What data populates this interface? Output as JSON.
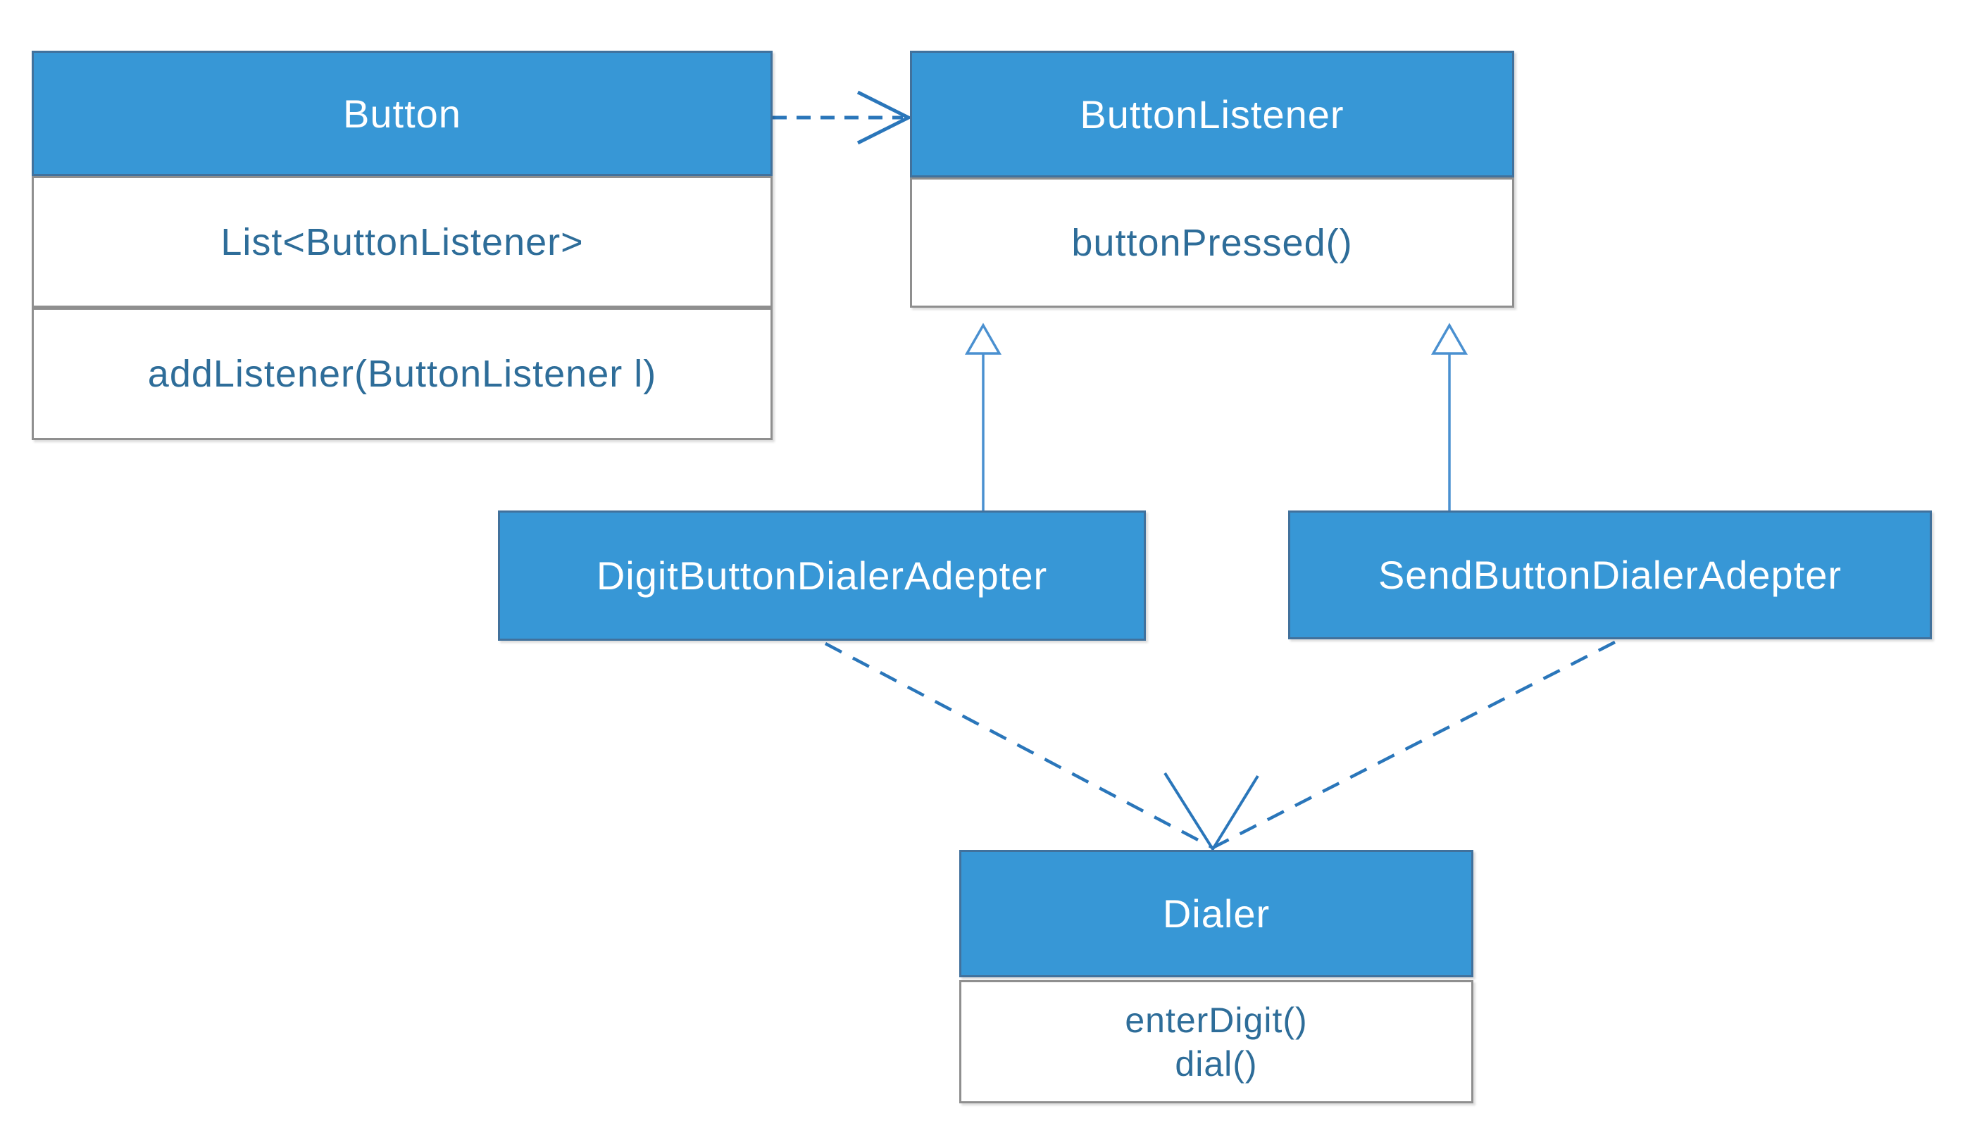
{
  "diagram": {
    "classes": {
      "button": {
        "name": "Button",
        "attribute": "List<ButtonListener>",
        "method": "addListener(ButtonListener l)"
      },
      "button_listener": {
        "name": "ButtonListener",
        "method": "buttonPressed()"
      },
      "digit_adapter": {
        "name": "DigitButtonDialerAdepter"
      },
      "send_adapter": {
        "name": "SendButtonDialerAdepter"
      },
      "dialer": {
        "name": "Dialer",
        "methods": [
          "enterDigit()",
          "dial()"
        ]
      }
    },
    "relations": [
      {
        "from": "Button",
        "to": "ButtonListener",
        "type": "dashed-dependency-open-arrow"
      },
      {
        "from": "DigitButtonDialerAdepter",
        "to": "ButtonListener",
        "type": "realization-hollow-triangle"
      },
      {
        "from": "SendButtonDialerAdepter",
        "to": "ButtonListener",
        "type": "realization-hollow-triangle"
      },
      {
        "from": "DigitButtonDialerAdepter",
        "to": "Dialer",
        "type": "dashed-dependency-open-arrow"
      },
      {
        "from": "SendButtonDialerAdepter",
        "to": "Dialer",
        "type": "dashed-dependency-open-arrow"
      }
    ],
    "colors": {
      "class-fill": "#3797d6",
      "class-border": "#41719c",
      "box-border": "#8f8f8f",
      "member-text": "#2e6d99",
      "header-text": "#ffffff",
      "arrow": "#2a76ba",
      "line": "#4a90d0"
    }
  }
}
